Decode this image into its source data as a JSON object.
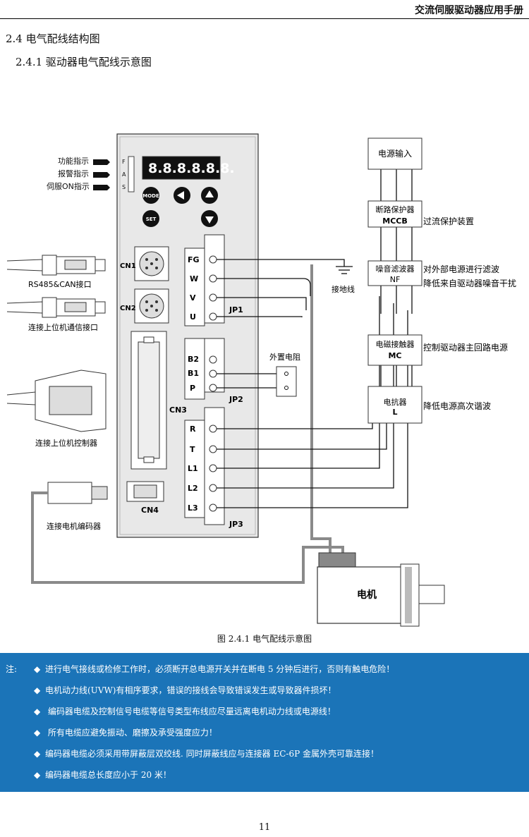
{
  "header": {
    "title": "交流伺服驱动器应用手册"
  },
  "section": {
    "h1": "2.4 电气配线结构图",
    "h2": "2.4.1   驱动器电气配线示意图"
  },
  "driver": {
    "indicators": [
      "功能指示",
      "报警指示",
      "伺服ON指示"
    ],
    "indicator_letters": [
      "F",
      "A",
      "S"
    ],
    "display": "8.8.8.8.8.8.",
    "buttons": {
      "mode": "MODE",
      "set": "SET"
    },
    "ports": {
      "cn1": "CN1",
      "cn2": "CN2",
      "cn3": "CN3",
      "cn4": "CN4"
    },
    "jp1": {
      "name": "JP1",
      "terminals": [
        "FG",
        "W",
        "V",
        "U"
      ]
    },
    "jp2": {
      "name": "JP2",
      "terminals": [
        "B2",
        "B1",
        "P"
      ]
    },
    "jp3": {
      "name": "JP3",
      "terminals": [
        "R",
        "T",
        "L1",
        "L2",
        "L3"
      ]
    }
  },
  "left_cables": [
    "RS485&CAN接口",
    "连接上位机通信接口",
    "连接上位机控制器",
    "连接电机编码器"
  ],
  "ground_label": "接地线",
  "resistor_label": "外置电阻",
  "power_chain": [
    {
      "name": "电源输入",
      "code": "",
      "note": []
    },
    {
      "name": "断路保护器",
      "code": "MCCB",
      "note": [
        "过流保护装置"
      ]
    },
    {
      "name": "噪音滤波器",
      "code": "NF",
      "note": [
        "对外部电源进行滤波",
        "降低来自驱动器噪音干扰"
      ]
    },
    {
      "name": "电磁接触器",
      "code": "MC",
      "note": [
        "控制驱动器主回路电源"
      ]
    },
    {
      "name": "电抗器",
      "code": "L",
      "note": [
        "降低电源高次谐波"
      ]
    }
  ],
  "motor_label": "电机",
  "caption": "图 2.4.1   电气配线示意图",
  "notes": {
    "label": "注:",
    "items": [
      "进行电气接线或检修工作时，必须断开总电源开关并在断电 5 分钟后进行，否则有触电危险！",
      "电机动力线(UVW)有相序要求，错误的接线会导致错误发生或导致器件损坏！",
      " 编码器电缆及控制信号电缆等信号类型布线应尽量远离电机动力线或电源线！",
      " 所有电缆应避免振动、磨擦及承受强度应力！",
      "编码器电缆必须采用带屏蔽层双绞线. 同时屏蔽线应与连接器 EC-6P 金属外壳可靠连接！",
      "编码器电缆总长度应小于 20 米！"
    ],
    "bullet": "◆"
  },
  "page_number": "11",
  "colors": {
    "note_bg": "#1b74b8",
    "cable_gray": "#8a8a8a"
  }
}
